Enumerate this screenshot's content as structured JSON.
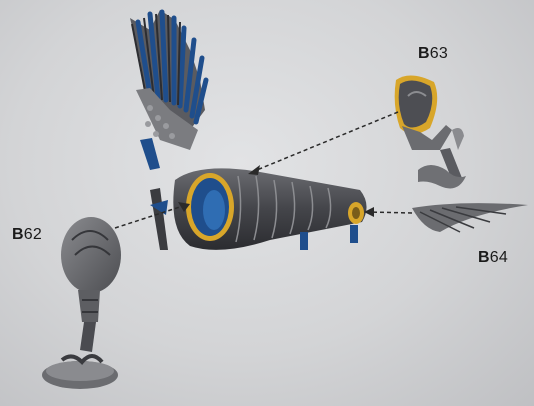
{
  "labels": {
    "b63": {
      "prefix": "B",
      "number": "63"
    },
    "b62": {
      "prefix": "B",
      "number": "62"
    },
    "b64": {
      "prefix": "B",
      "number": "64"
    }
  },
  "colors": {
    "body": "#4a4b50",
    "body_dark": "#2c2d31",
    "accent_blue": "#1f4e8c",
    "rim_yellow": "#d8a62a",
    "feather_grey": "#6b6c70",
    "arrow": "#2a2a2a"
  }
}
